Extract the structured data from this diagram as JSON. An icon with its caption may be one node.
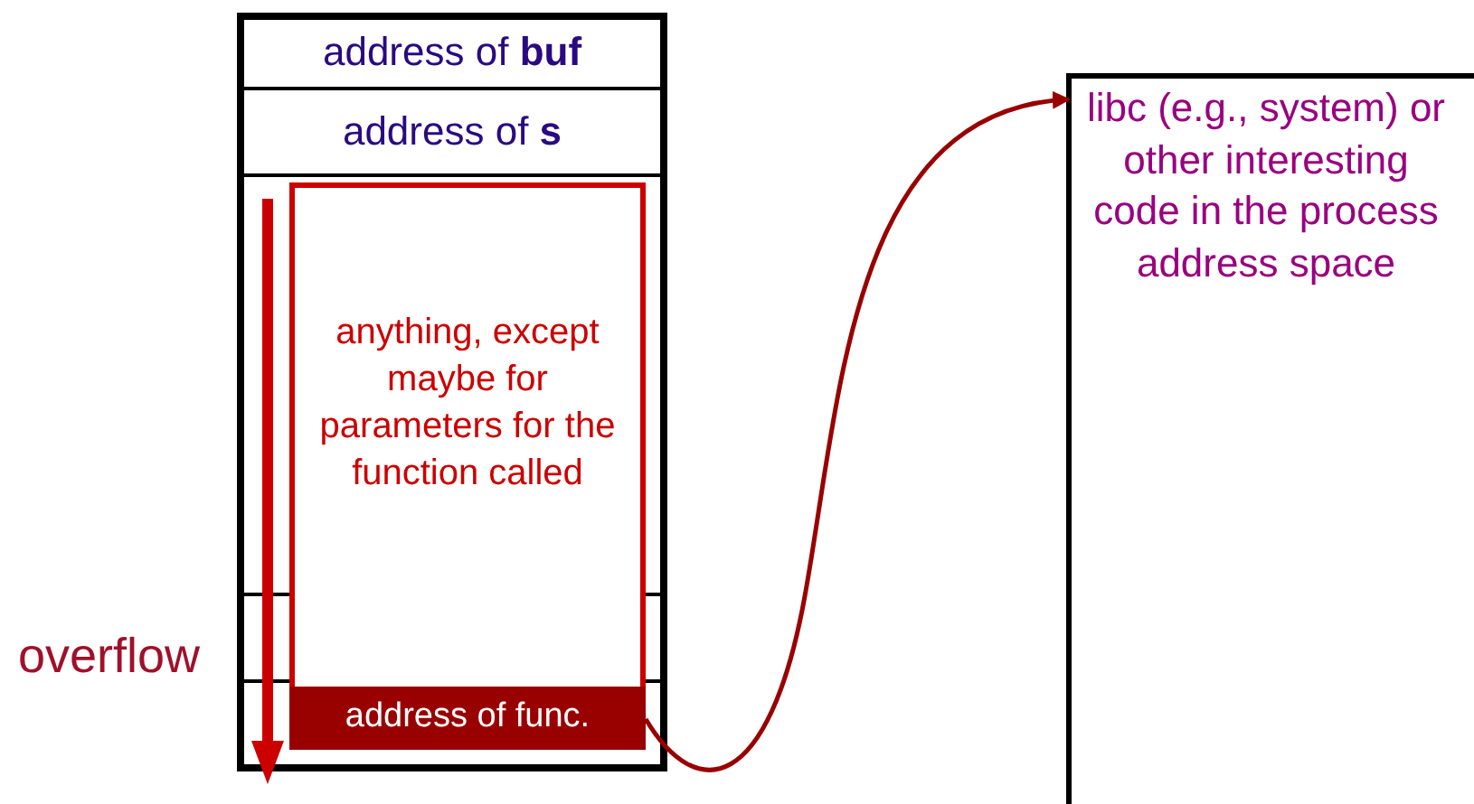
{
  "diagram": {
    "nodes": [
      {
        "text": [
          "address of **buf**"
        ]
      },
      {
        "text": [
          "address of **s**"
        ]
      },
      {
        "text": [
          "anything, except maybe for parameters for the function called"
        ]
      },
      {
        "text": [
          "address of func."
        ],
        "in": 2
      },
      {
        "text": [
          "libc (e.g., system) or other interesting code in the process address space"
        ]
      }
    ],
    "edges": [
      {
        "from": 3,
        "to": 4,
        "arrow": "to"
      }
    ],
    "labels": [
      "overflow"
    ]
  }
}
